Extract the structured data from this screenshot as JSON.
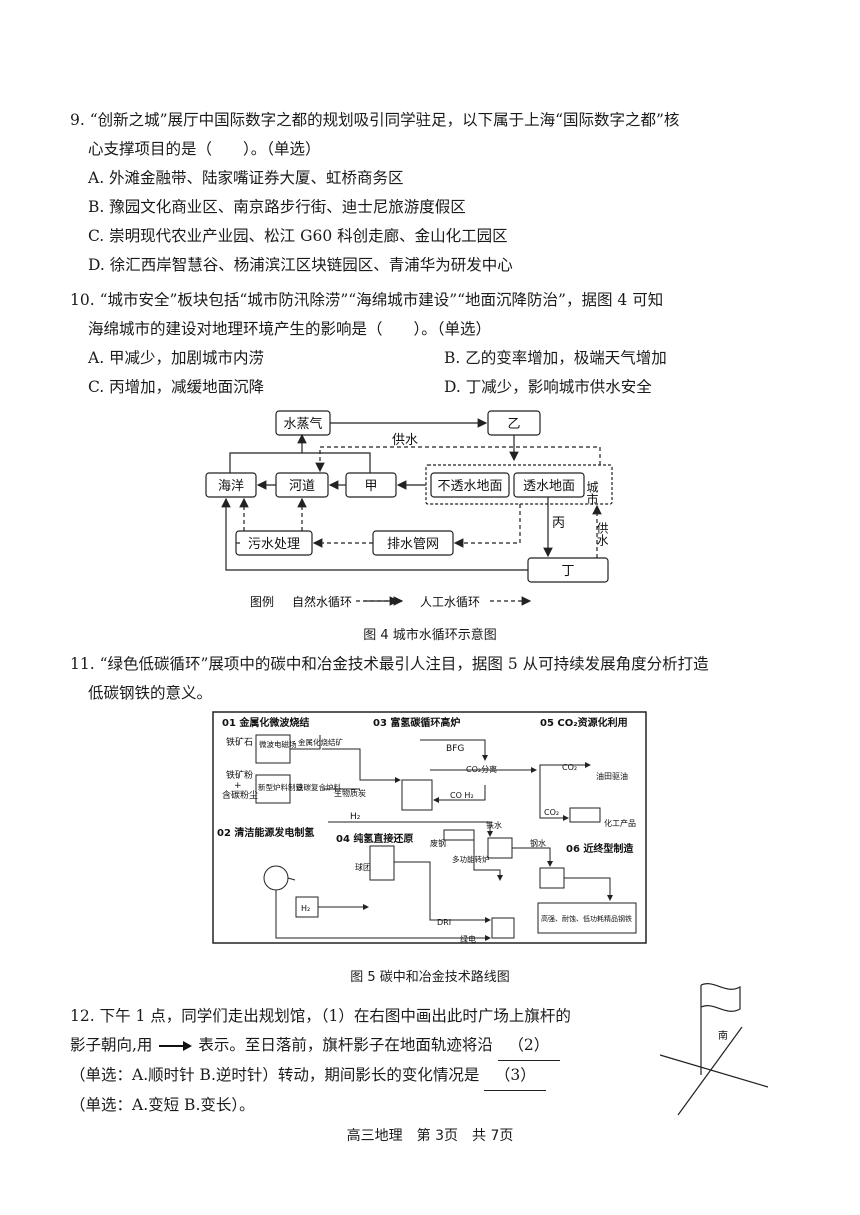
{
  "q9": {
    "stem1": "9. “创新之城”展厅中国际数字之都的规划吸引同学驻足，以下属于上海“国际数字之都”核",
    "stem2": "心支撑项目的是（　　）。（单选）",
    "options": [
      "A. 外滩金融带、陆家嘴证券大厦、虹桥商务区",
      "B. 豫园文化商业区、南京路步行街、迪士尼旅游度假区",
      "C. 崇明现代农业产业园、松江 G60 科创走廊、金山化工园区",
      "D. 徐汇西岸智慧谷、杨浦滨江区块链园区、青浦华为研发中心"
    ]
  },
  "q10": {
    "stem1": "10. “城市安全”板块包括“城市防汛除涝”“海绵城市建设”“地面沉降防治”，据图 4 可知",
    "stem2": "海绵城市的建设对地理环境产生的影响是（　　）。（单选）",
    "options": [
      "A. 甲减少，加剧城市内涝",
      "B. 乙的变率增加，极端天气增加",
      "C. 丙增加，减缓地面沉降",
      "D. 丁减少，影响城市供水安全"
    ]
  },
  "fig4": {
    "water_vapor": "水蒸气",
    "yi": "乙",
    "supply_top": "供水",
    "ocean": "海洋",
    "river": "河道",
    "jia": "甲",
    "impervious": "不透水地面",
    "pervious": "透水地面",
    "city": "城市",
    "bing": "丙",
    "supply_right": "供水",
    "sewage": "污水处理",
    "drainage": "排水管网",
    "ding": "丁",
    "legend_label": "图例",
    "legend_natural": "自然水循环",
    "legend_artificial": "人工水循环",
    "caption": "图 4 城市水循环示意图"
  },
  "q11": {
    "stem1": "11. “绿色低碳循环”展项中的碳中和冶金技术最引人注目，据图 5 从可持续发展角度分析打造",
    "stem2": "低碳钢铁的意义。"
  },
  "fig5": {
    "s01": "01 金属化微波烧结",
    "iron_ore": "铁矿石",
    "microwave": "微波电磁场",
    "metal_ore": "金属化烧结矿",
    "iron_powder": "铁矿粉",
    "plus": "+",
    "carbon_dust": "含碳粉尘",
    "new_furnace": "新型炉料制造",
    "composite": "铁碳复合炉料",
    "s03": "03 富氢碳循环高炉",
    "bfg": "BFG",
    "co2_sep": "CO₂分离",
    "biomass": "生物质炭",
    "co_h2": "CO H₂",
    "h2_a": "H₂",
    "s05": "05 CO₂资源化利用",
    "co2_a": "CO₂",
    "oil": "油田驱油",
    "co2_b": "CO₂",
    "chem": "化工产品",
    "s02": "02 清洁能源发电制氢",
    "s04": "04 纯氢直接还原",
    "pellet": "球团",
    "h2_b": "H₂",
    "scrap": "废钢",
    "hot_metal": "铁水",
    "multi_furnace": "多功能转炉",
    "dri": "DRI",
    "green_power": "绿电",
    "molten_steel": "钢水",
    "s06": "06 近终型制造",
    "product": "高强、耐蚀、低功耗精品钢铁",
    "caption": "图 5 碳中和冶金技术路线图"
  },
  "q12": {
    "line1": "12. 下午 1 点，同学们走出规划馆，（1）在右图中画出此时广场上旗杆的",
    "line2a": "影子朝向,用",
    "line2b": "表示。至日落前，旗杆影子在地面轨迹将沿",
    "blank2": "（2）",
    "line3a": "（单选：A.顺时针 B.逆时针）转动，期间影长的变化情况是",
    "blank3": "（3）",
    "line4": "（单选：A.变短 B.变长）。",
    "south": "南"
  },
  "footer": "高三地理　第 3页　共 7页"
}
